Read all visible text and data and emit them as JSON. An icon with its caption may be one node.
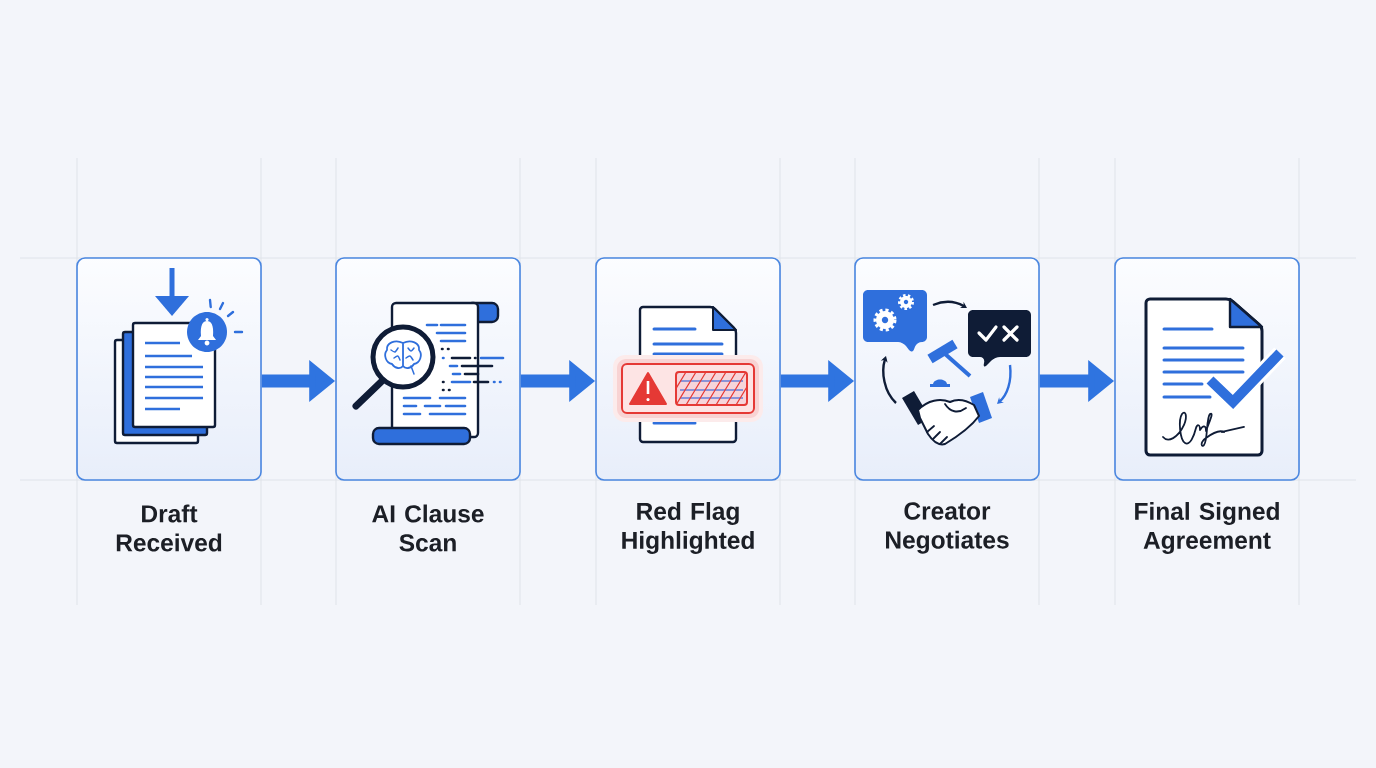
{
  "diagram": {
    "nodes": [
      {
        "text": [
          "Draft Received"
        ]
      },
      {
        "text": [
          "AI Clause Scan"
        ]
      },
      {
        "text": [
          "Red Flag Highlighted"
        ]
      },
      {
        "text": [
          "Creator Negotiates"
        ]
      },
      {
        "text": [
          "Final Signed Agreement"
        ]
      }
    ],
    "edges": [
      {
        "from": 0,
        "to": 1,
        "arrow": "to"
      },
      {
        "from": 1,
        "to": 2,
        "arrow": "to"
      },
      {
        "from": 2,
        "to": 3,
        "arrow": "to"
      },
      {
        "from": 3,
        "to": 4,
        "arrow": "to"
      }
    ]
  }
}
